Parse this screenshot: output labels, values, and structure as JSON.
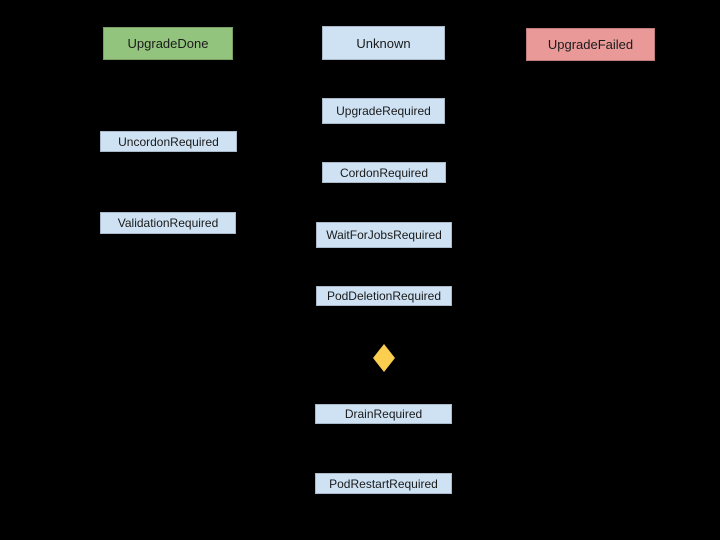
{
  "diagram": {
    "background_color": "#000000",
    "text_color": "#1a1a1a",
    "colors": {
      "success_green": "#93C47D",
      "state_blue": "#CFE2F3",
      "failure_red": "#EA9999",
      "decision_gold": "#FBCE50"
    },
    "nodes": [
      {
        "label": "UpgradeDone",
        "fill": "#93C47D"
      },
      {
        "label": "Unknown",
        "fill": "#CFE2F3"
      },
      {
        "label": "UpgradeFailed",
        "fill": "#EA9999"
      },
      {
        "label": "UpgradeRequired",
        "fill": "#CFE2F3"
      },
      {
        "label": "UncordonRequired",
        "fill": "#CFE2F3"
      },
      {
        "label": "CordonRequired",
        "fill": "#CFE2F3"
      },
      {
        "label": "ValidationRequired",
        "fill": "#CFE2F3"
      },
      {
        "label": "WaitForJobsRequired",
        "fill": "#CFE2F3"
      },
      {
        "label": "PodDeletionRequired",
        "fill": "#CFE2F3"
      },
      {
        "label": "DrainRequired",
        "fill": "#CFE2F3"
      },
      {
        "label": "PodRestartRequired",
        "fill": "#CFE2F3"
      }
    ],
    "decision_diamond": {
      "fill": "#FBCE50"
    }
  }
}
